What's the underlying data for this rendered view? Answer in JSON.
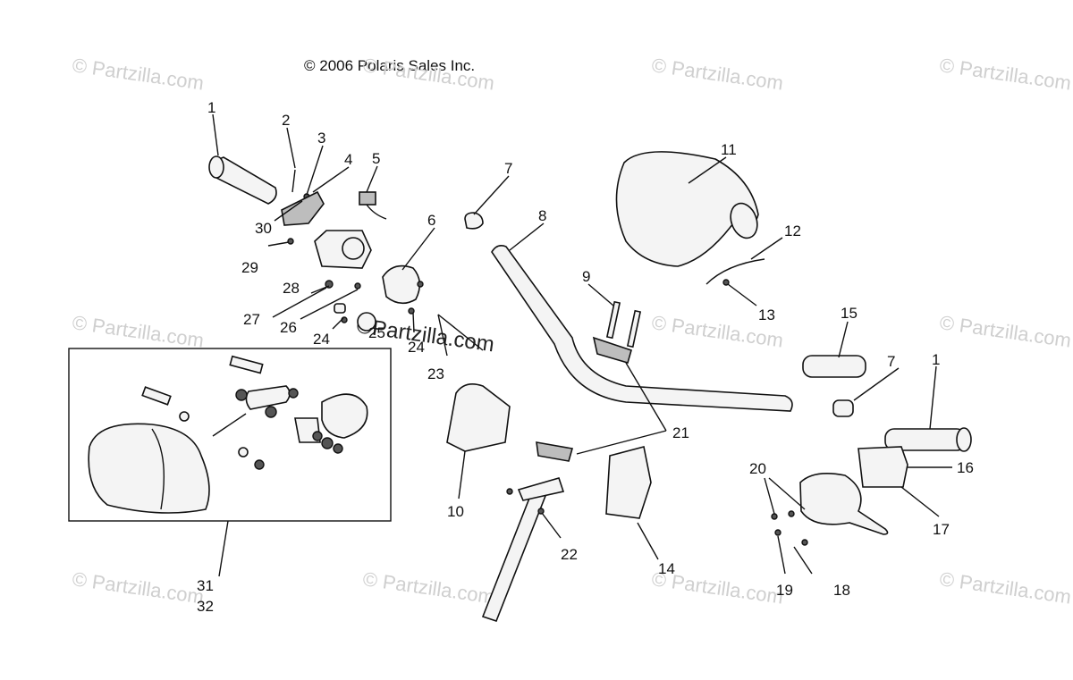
{
  "copyright": "© 2006 Polaris Sales Inc.",
  "watermark": "© Partzilla.com",
  "watermark_center": "©Partzilla.com",
  "callouts": [
    "1",
    "2",
    "3",
    "4",
    "5",
    "6",
    "7",
    "8",
    "9",
    "10",
    "11",
    "12",
    "13",
    "14",
    "15",
    "16",
    "17",
    "18",
    "19",
    "20",
    "21",
    "22",
    "23",
    "24",
    "24",
    "25",
    "26",
    "27",
    "28",
    "29",
    "30",
    "7",
    "1",
    "31",
    "32"
  ],
  "colors": {
    "line": "#111111",
    "watermark": "#cfcfcf",
    "background": "#ffffff"
  }
}
